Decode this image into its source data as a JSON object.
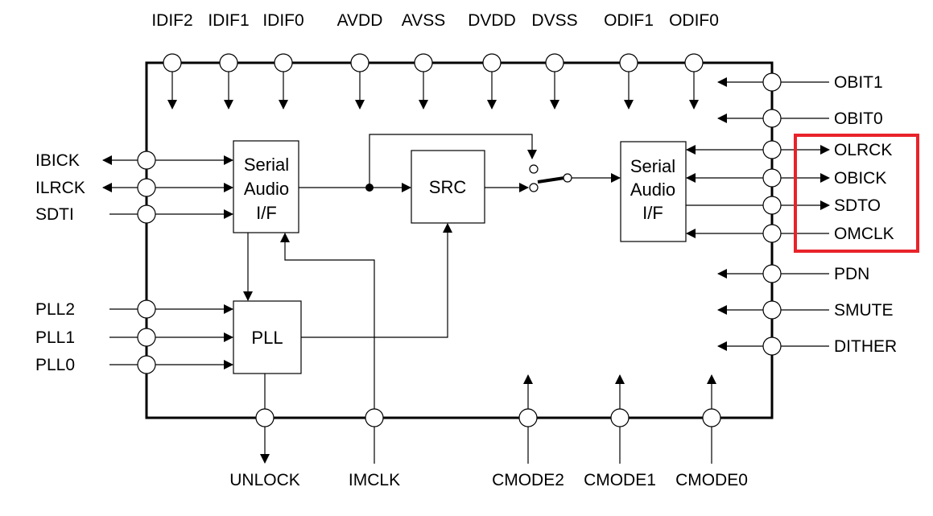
{
  "pins": {
    "top": [
      "IDIF2",
      "IDIF1",
      "IDIF0",
      "AVDD",
      "AVSS",
      "DVDD",
      "DVSS",
      "ODIF1",
      "ODIF0"
    ],
    "left_top": [
      "IBICK",
      "ILRCK",
      "SDTI"
    ],
    "left_bottom": [
      "PLL2",
      "PLL1",
      "PLL0"
    ],
    "right_top": [
      "OBIT1",
      "OBIT0"
    ],
    "right_highlighted": [
      "OLRCK",
      "OBICK",
      "SDTO",
      "OMCLK"
    ],
    "right_bottom": [
      "PDN",
      "SMUTE",
      "DITHER"
    ],
    "bottom": [
      "UNLOCK",
      "IMCLK",
      "CMODE2",
      "CMODE1",
      "CMODE0"
    ]
  },
  "blocks": {
    "serial_in": [
      "Serial",
      "Audio",
      "I/F"
    ],
    "src": "SRC",
    "serial_out": [
      "Serial",
      "Audio",
      "I/F"
    ],
    "pll": "PLL"
  },
  "colors": {
    "highlight": "#e8232a",
    "line": "#000000"
  }
}
